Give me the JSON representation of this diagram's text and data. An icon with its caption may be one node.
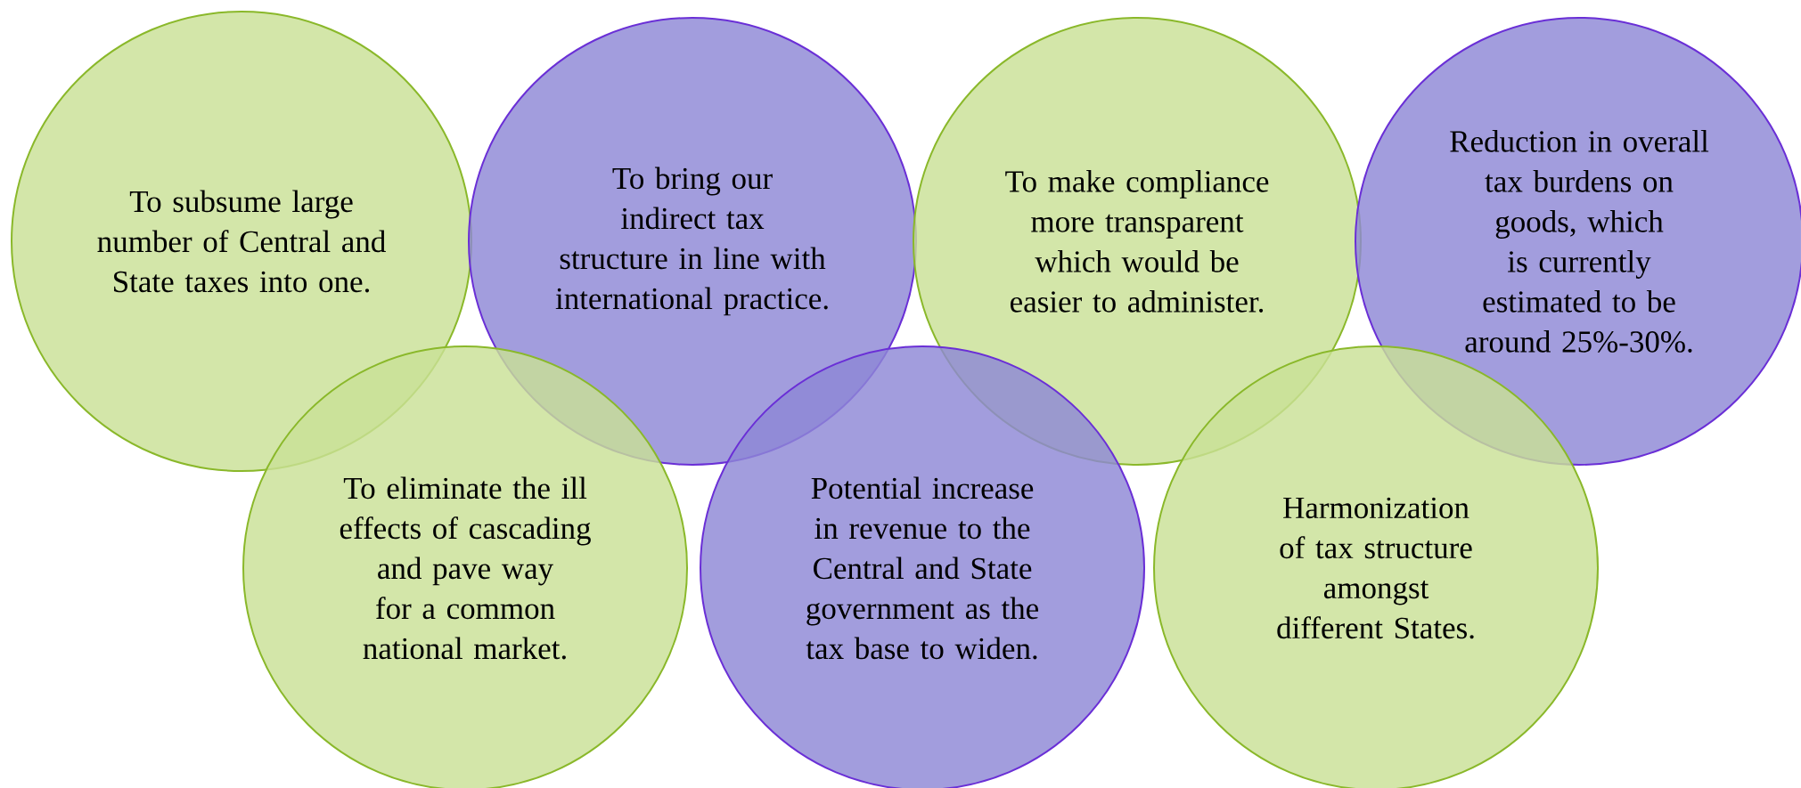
{
  "diagram": {
    "nodes": [
      {
        "text": [
          "To subsume large number of Central and State taxes into one."
        ]
      },
      {
        "text": [
          "To bring our indirect tax structure in line with international practice."
        ]
      },
      {
        "text": [
          "To make compliance more transparent which would be easier to administer."
        ]
      },
      {
        "text": [
          "Reduction in overall tax burdens on goods, which is currently estimated to be around 25%-30%."
        ]
      },
      {
        "text": [
          "To eliminate the ill effects of cascading and pave way for a common national market."
        ]
      },
      {
        "text": [
          "Potential increase in revenue to the Central and State government as the tax base to widen."
        ]
      },
      {
        "text": [
          "Harmonization of tax structure amongst different States."
        ]
      }
    ]
  }
}
